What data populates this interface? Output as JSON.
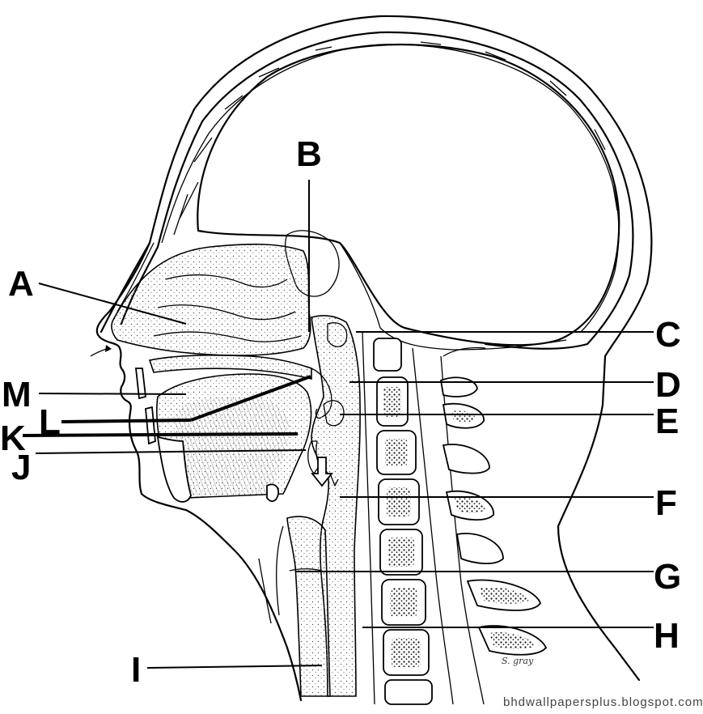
{
  "labels": {
    "a": "A",
    "b": "B",
    "c": "C",
    "d": "D",
    "e": "E",
    "f": "F",
    "g": "G",
    "h": "H",
    "i": "I",
    "j": "J",
    "k": "K",
    "l": "L",
    "m": "M"
  },
  "watermark": "bhdwallpapersplus.blogspot.com",
  "signature": "S. gray"
}
